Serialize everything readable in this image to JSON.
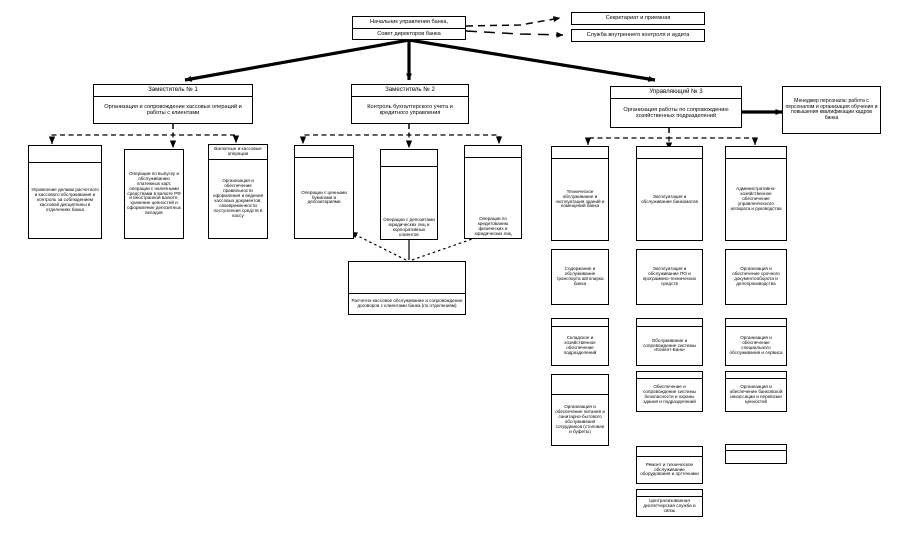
{
  "diagram": {
    "title": "Организационная структура управления банком",
    "type": "org-chart",
    "language": "ru"
  },
  "root": {
    "cap": "Начальник управления банка,",
    "body": "Совет директоров банка"
  },
  "staff_right": [
    {
      "label": "Секретариат и приемная"
    },
    {
      "label": "Служба внутреннего контроля и аудита"
    }
  ],
  "deputies": [
    {
      "id": "dep1",
      "cap": "Заместитель № 1",
      "body": "Организация и сопровождение кассовых операций и работы с клиентами"
    },
    {
      "id": "dep2",
      "cap": "Заместитель № 2",
      "body": "Контроль бухгалтерского учета и кредитного управления"
    },
    {
      "id": "dep3",
      "cap": "Управляющий № 3",
      "body": "Организация работы по сопровождению хозяйственных подразделений"
    }
  ],
  "side_node": {
    "body": "Менеджер персонала: работа с персоналом и организация обучения и повышения квалификации кадров банка"
  },
  "dep1_children": [
    {
      "cap": "",
      "body": "Управление делами расчетного и кассового обслуживания и контроль за соблюдением кассовой дисциплины в отделениях банка"
    },
    {
      "cap": "",
      "body": "Операции по выпуску и обслуживанию платежных карт, операции с наличными средствами в валюте РФ и иностранной валюте, хранение ценностей и оформление депозитных вкладов"
    },
    {
      "cap": "Валютные и кассовые операции",
      "body": "Организация и обеспечение правильности оформления и ведения кассовых документов, своевременности поступления средств в кассу"
    }
  ],
  "dep2_children": [
    {
      "cap": "",
      "body": "Операции с ценными бумагами и депозитариями"
    },
    {
      "cap": "",
      "body": "Операции с депозитами юридических лиц и корпоративных клиентов"
    },
    {
      "cap": "",
      "body": "Операции по кредитованию физических и юридических лиц"
    }
  ],
  "dep2_bottom": {
    "cap": "",
    "body": "Расчетно-кассовое обслуживание и сопровождение договоров с клиентами банка (по отделениям)"
  },
  "dep3_col1": [
    {
      "cap": "",
      "body": "Техническое обслуживание и эксплуатация зданий и помещений банка"
    },
    {
      "cap": "",
      "body": "Содержание и обслуживание транспорта автопарка банка"
    },
    {
      "cap": "",
      "body": "Складское и хозяйственное обеспечение подразделений"
    },
    {
      "cap": "",
      "body": "Организация и обеспечение питания и санитарно-бытового обслуживания сотрудников (столовая и буфеты)"
    }
  ],
  "dep3_col2": [
    {
      "cap": "",
      "body": "Эксплуатация и обслуживание банкоматов"
    },
    {
      "cap": "",
      "body": "Эксплуатация и обслуживание ПО и программно-технических средств"
    },
    {
      "cap": "",
      "body": "Обслуживание и сопровождение системы «Клиент-Банк»"
    },
    {
      "cap": "",
      "body": "Обеспечение и сопровождение системы безопасности и охраны здания и подразделений"
    },
    {
      "cap": "",
      "body": "Ремонт и техническое обслуживание оборудования и оргтехники"
    },
    {
      "cap": "",
      "body": "Централизованная диспетчерская служба и связь"
    }
  ],
  "dep3_col3": [
    {
      "cap": "",
      "body": "Административно-хозяйственное обеспечение управленческого аппарата и руководства"
    },
    {
      "cap": "",
      "body": "Организация и обеспечение срочного документооборота и делопроизводства"
    },
    {
      "cap": "",
      "body": "Организация и обеспечение специального обслуживания и сервиса"
    },
    {
      "cap": "",
      "body": "Организация и обеспечение банковской инкассации и перевозки ценностей"
    },
    {
      "cap": "",
      "body": ""
    },
    {
      "cap": "",
      "body": ""
    }
  ]
}
